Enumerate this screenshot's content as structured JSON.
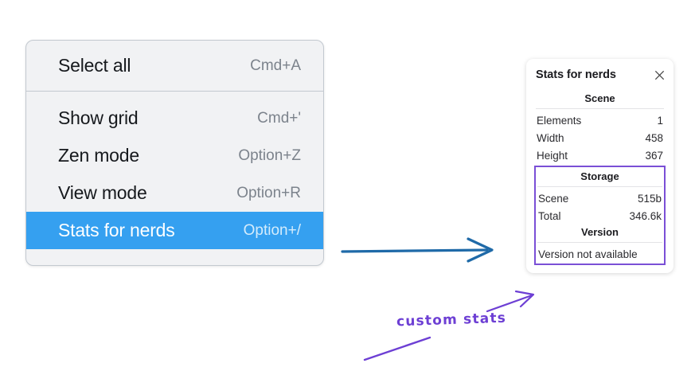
{
  "context_menu": {
    "groups": [
      {
        "items": [
          {
            "label": "Select all",
            "shortcut": "Cmd+A",
            "selected": false
          }
        ]
      },
      {
        "items": [
          {
            "label": "Show grid",
            "shortcut": "Cmd+'",
            "selected": false
          },
          {
            "label": "Zen mode",
            "shortcut": "Option+Z",
            "selected": false
          },
          {
            "label": "View mode",
            "shortcut": "Option+R",
            "selected": false
          },
          {
            "label": "Stats for nerds",
            "shortcut": "Option+/",
            "selected": true
          }
        ]
      }
    ],
    "highlight_color": "#35a0f0"
  },
  "stats_panel": {
    "title": "Stats for nerds",
    "close_icon": "close-icon",
    "scene": {
      "heading": "Scene",
      "rows": [
        {
          "name": "Elements",
          "value": "1"
        },
        {
          "name": "Width",
          "value": "458"
        },
        {
          "name": "Height",
          "value": "367"
        }
      ]
    },
    "storage": {
      "heading": "Storage",
      "rows": [
        {
          "name": "Scene",
          "value": "515b"
        },
        {
          "name": "Total",
          "value": "346.6k"
        }
      ]
    },
    "version": {
      "heading": "Version",
      "text": "Version not available"
    },
    "highlight_border_color": "#7a4fd6"
  },
  "annotations": {
    "handwritten_label": "custom stats",
    "handwriting_color": "#6d3fd4",
    "arrow_color": "#1f6aa8"
  }
}
